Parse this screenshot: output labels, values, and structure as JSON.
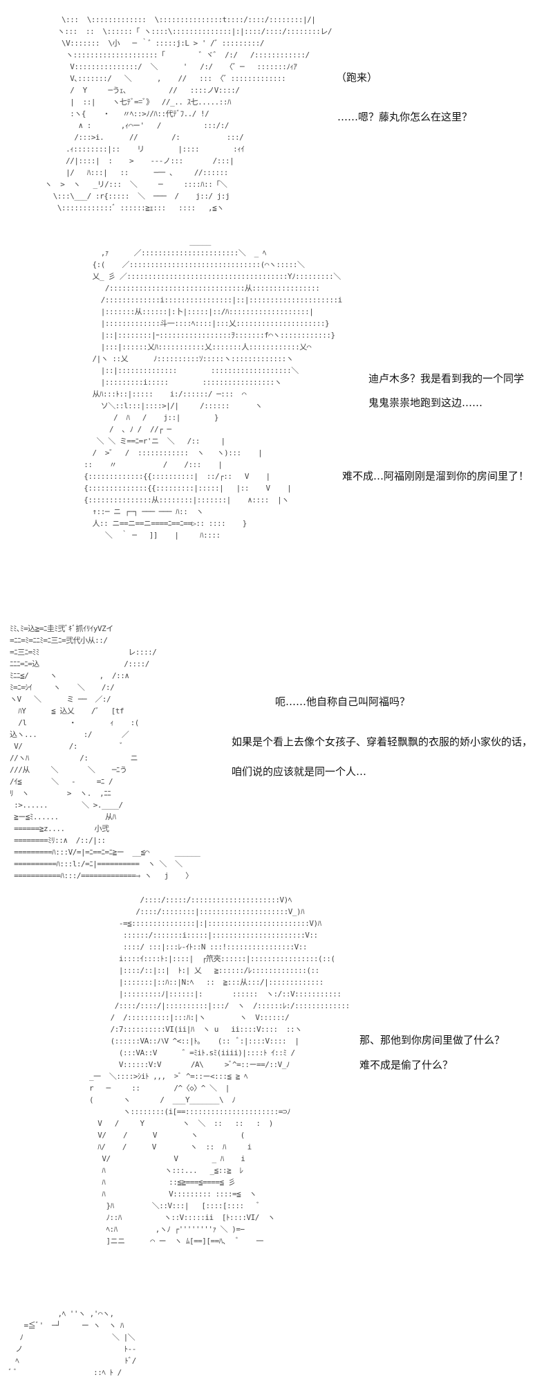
{
  "panels": [
    {
      "art": [
        "        \\:::  \\:::::::::::::  \\:::::::::::::::t::::/::::/::::::::|/|",
        "       ヽ:::  ::  \\::::::「 ヽ::::\\::::::::::::::|:|::::/::::/::::::::レ/",
        "        \\V:::::::  \\小   ─ ｀゛:::::j:L > ' /゛:::::::::/",
        "         ヽ::::::::::::::::::::「        ゛ヾ゛ /:/   /::::::::::::/",
        "          V:::::::::::::::/  ＼      '   /:/   〈゛─   :::::::ﾉｨｱ",
        "          V､:::::::/   ＼      ,    //   ::: 〈゛:::::::::::::",
        "          /  Y     ─うｪ､          //   ::::ノV::::/",
        "          |  ::|    ヽ七ﾃﾞ==ﾞ》  //_.. ｽ七.....::ﾊ",
        "          :ヽ{    ・   〃ﾍ::>ﾉ/ﾊ::代ﾃﾞﾌ../ !/",
        "            ∧ :       ,ｨ⌒ー'   /          :::/:/",
        "           /:::>i.      //        /:           :::/",
        "         .ｨ::::::::|::    リ        |::::        :ｨｲ",
        "         //|::::|  :    >    ‐‐‐ノ:::       /:::|",
        "         |/   ﾊ:::|   ::      ─一 ､     //::::::",
        "    ヽ  >  ヽ   _リ/:::  ＼     ─     ::::ﾊ::「＼",
        "      \\:::\\___/ :r{:::::  ＼  ───  /    j::/ j:j",
        "       \\::::::::::::ﾞ ::::::≧ｪ:::   ::::   ,≦ヽ"
      ],
      "lines": [
        "（跑来）",
        "……嗯？藤丸你怎么在这里？"
      ]
    },
    {
      "art": [
        "                                   _____",
        "              ,ｧ      ／:::::::::::::::::::::::＼  _ ﾍ",
        "            {:(    ／:::::::::::::::::::::::::::::::(⌒ヽ:::::＼",
        "            乂_ 彡 ／::::::::::::::::::::::::::::::::::::::Yﾉ:::::::::＼",
        "               /::::::::::::::::::::::::::::::::从::::::::::::::::",
        "              /:::::::::::::i::::::::::::::::|::|:::::::::::::::::::::i",
        "              |:::::::从::::::|:卜|:::::|::/ﾊ:::::::::::::::::::|",
        "              |:::::::::::::斗一::::ﾍ::::|:::乂:::::::::::::::::::::}",
        "              |::|::::::::|ｰ:::::::::::::::::ｦ:::::::f⌒ヽ::::::::::::}",
        "              |:::|::::::乂ﾊ:::::::::::乂:::::::人::::::::::::乂⌒",
        "            /|ヽ ::乂      ﾉ::::::::::ｿ:::::ヽ:::::::::::::ヽ",
        "              |::|::::::::::::::        :::::::::::::::::::＼",
        "              |:::::::::i:::::        :::::::::::::::::ヽ",
        "            从ﾊ:::ﾄ::|:::::    i:/::::::/ ─:::  ⌒",
        "              ソ＼::l:::|::::>|/|     /::::::      ヽ",
        "                 /  ﾊ   /    j::|        }",
        "                /  ､ ﾉ /  //┌ ─",
        "             ＼ ＼ ミ==ﾆ=r'ニ  ＼   /::     |",
        "            /  >゛  /  ::::::::::::  ヽ   ヽ):::    |",
        "          ::    〃           /    /:::    |",
        "          {:::::::::::::{{::::::::::|  ::/┌::   V    |",
        "          {::::::::::::::{{:::::::::|:::::|   |::    V    |",
        "          {:::::::::::::::从::::::::|:::::::|    ∧::::  |ヽ",
        "            ↑::─ ニ ┌─┐ ─── ─── ﾊ::  ヽ",
        "            人:: ニ==ニ==ニ====ﾆ==ﾆ==▷:: ::::    }",
        "               ＼  ｀ ─   ]]    |     ﾊ::::"
      ],
      "lines": [
        "迪卢木多？我是看到我的一个同学",
        "鬼鬼祟祟地跑到这边……",
        "难不成…阿福刚刚是溜到你的房间里了！"
      ]
    },
    {
      "art": [
        "ﾐﾐ､ﾐ=込≧=ﾆ圭ﾐ弐ﾞｷﾞ抓ｲﾘｲyVZイ",
        "=ﾆﾆ=ﾐ=ﾆﾆﾐ=ﾆ三ﾆ=弐代小从::/",
        "=ﾆ三ﾆ=ﾐﾐ                     レ::::/",
        "ﾆﾆﾆ=ﾆ=込                    /::::/",
        "ﾐﾆﾆ≦/     ヽ          ,  /::∧",
        "ﾐ=ﾆ=ｼｲ     ヽ    ＼    /:/",
        "ヽV   ＼      ミ ──  ／:/",
        "  ﾊY      ≦ 込乂    /゛  [tf",
        "  /l          ・        ｨ    :(",
        "込ヽ...           :/       ／",
        " V/           /:          ﾞ",
        "//ヽﾊ            /:          ニ",
        "///从     ＼       ＼    ─ﾆう",
        "/ｲ≦       ＼   ‐     =ﾆ /",
        "ﾘ  ヽ         >  ヽ.  ,ﾆﾆ",
        " :>......        ＼ >.____/",
        " ≧ー≦ﾐ......           从ﾊ",
        " ======≧z....       小弐",
        " ========ﾐﾘ::∧  /::/|::",
        " =========ﾊ:::V/=|=ﾆ==ﾆ=ﾆ≧ー  __≦⌒      ______",
        " ==========ﾊ:::l:/=ﾆ|==========  ヽ ＼  ＼",
        " ===========ﾊ:::/=============⇒ ヽ   j    〉"
      ],
      "lines": [
        "呃……他自称自己叫阿福吗？",
        "如果是个看上去像个女孩子、穿着轻飘飘的衣服的娇小家伙的话，",
        "咱们说的应该就是同一个人…"
      ]
    },
    {
      "art": [
        "                    /::::/:::::/:::::::::::::::::::::V)ﾍ",
        "                   /::::/::::::::|:::::::::::::::::::::V_)ﾊ",
        "               ‐=≦:::::::::::::::|:|::::::::::::::::::::::::V)ﾊ",
        "                ::::::/:::::::i:::::|::::::::::::::::::::::V::",
        "                ::::/ :::|:::ﾚ-ｲﾄ::N :::!::::::::::::::::V::",
        "               i::::ｲ::::ﾄ:|::::|  ┌笊夾::::::|::::::::::::::::(::(",
        "               |::::/::|::|  ﾄ:| 乂   ≧::::::/ﾚ:::::::::::::(::",
        "               |:::::::|::ﾊ::|N:ﾍ   ::  ≧:::从:::/|:::::::::::::",
        "               |:::::::::ﾉ|::::::|:       ::::::  ヽ:/::V:::::::::::",
        "              /::::/::::/|::::::::::|:::/  ヽ  /::::::ﾚ:/:::::::::::::",
        "             /  /::::::::::|:::ﾊ:|ヽ        ヽ  V::::::/",
        "             /:7::::::::::VI(ii|ﾊ  ヽ u   ii::::V::::  ::ヽ",
        "             (::::::VA::ハV ^<::|ﾄ｡    (::  ﾞ:|::::V::::  |",
        "               (:::VA::V      ゛=ﾐiﾄ.sﾐ(iiii)|::::ﾄ ｲ::ﾐ /",
        "               V::::::V:V       /A\\     >ﾞ^=::ー==/::V_ﾉ",
        "        _一  ＼::::>ｼiﾄ ,,,  >ﾞ ^=::ー<:::≦ ≧ ﾍ",
        "        r   ─     ::        /^〈◇〉^ ＼  |",
        "        (       ヽ       /  ___Y_______\\  ﾉ",
        "                ヽ::::::::(i[==::::::::::::::::::::::=⊃ﾉ",
        "          V   /     Y         ヽ  ＼  ::   ::   :  )",
        "          V/    /      V        ヽ          (",
        "          ﾊ/    /      V        ヽ  ::  ﾊ     i",
        "           V/               V        _ ﾊ    i",
        "           ﾊ              ヽ:::...   _≦::≧  ﾚ",
        "           ﾊ               ::≦≧===≦====≦ 彡",
        "           ﾊ               V::::::::: ::::=≦  ヽ",
        "            }ﾊ         ＼::V:::|   [::::[::::   ﾞ",
        "            ﾉ::ﾊ          ヽ::V:::::ii  [ﾄ::::VI/  ヽ",
        "            ﾍ:ﾊ         ,ヽﾉ ┌''''''''ｧ ＼ )=−",
        "            ]ニニ      ⌒ ー  ヽ ﾑ[==][==ﾊ、  ﾞ    一"
      ],
      "lines": [
        "那、那他到你房间里做了什么？",
        "难不成是偷了什么？"
      ]
    },
    {
      "art": [
        "            ,ﾍ ''ヽ ,'⌒ヽ,",
        "    =≦ﾞ'  ─┘     ー ヽ  ヽ ﾊ",
        "   ﾉ                     ＼ |＼",
        "  ノ                        ﾄ--",
        "  ﾍ                         ﾄﾞ/",
        " ﾞ ﾞ                  ::ﾍ ﾄ /"
      ],
      "lines": []
    }
  ]
}
